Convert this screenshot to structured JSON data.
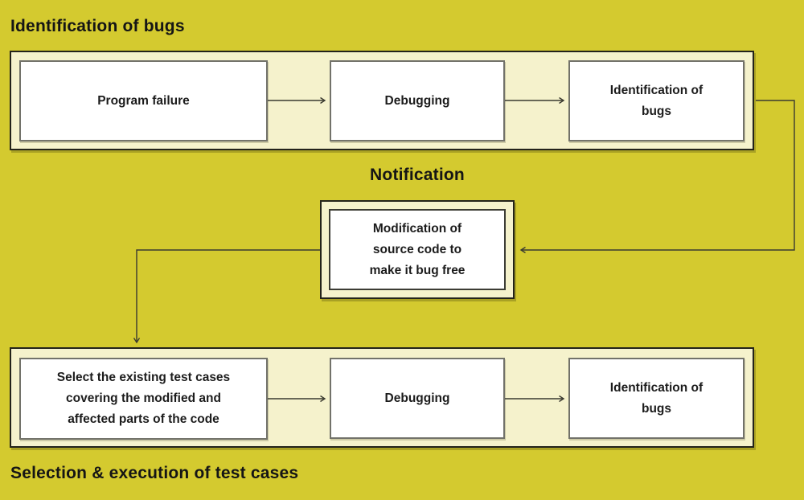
{
  "titles": {
    "top": "Identification of bugs",
    "notification": "Notification",
    "bottom": "Selection & execution of test cases"
  },
  "colors": {
    "background": "#d4ca2f",
    "band_fill": "#f5f2cc",
    "band_border": "#23231b",
    "box_fill": "#ffffff",
    "box_border": "#72726a",
    "frame_inner_border": "#3c3c34",
    "text": "#1c1c1c",
    "title": "#151515",
    "arrow": "#3a3a30"
  },
  "top_flow": {
    "boxes": [
      {
        "lines": [
          "Program failure"
        ]
      },
      {
        "lines": [
          "Debugging"
        ]
      },
      {
        "lines": [
          "Identification of",
          "bugs"
        ]
      }
    ]
  },
  "notification_flow": {
    "box": {
      "lines": [
        "Modification of",
        "source code to",
        "make it bug free"
      ]
    }
  },
  "bottom_flow": {
    "boxes": [
      {
        "lines": [
          "Select the existing test cases",
          "covering the modified and",
          "affected parts of the code"
        ]
      },
      {
        "lines": [
          "Debugging"
        ]
      },
      {
        "lines": [
          "Identification of",
          "bugs"
        ]
      }
    ]
  }
}
